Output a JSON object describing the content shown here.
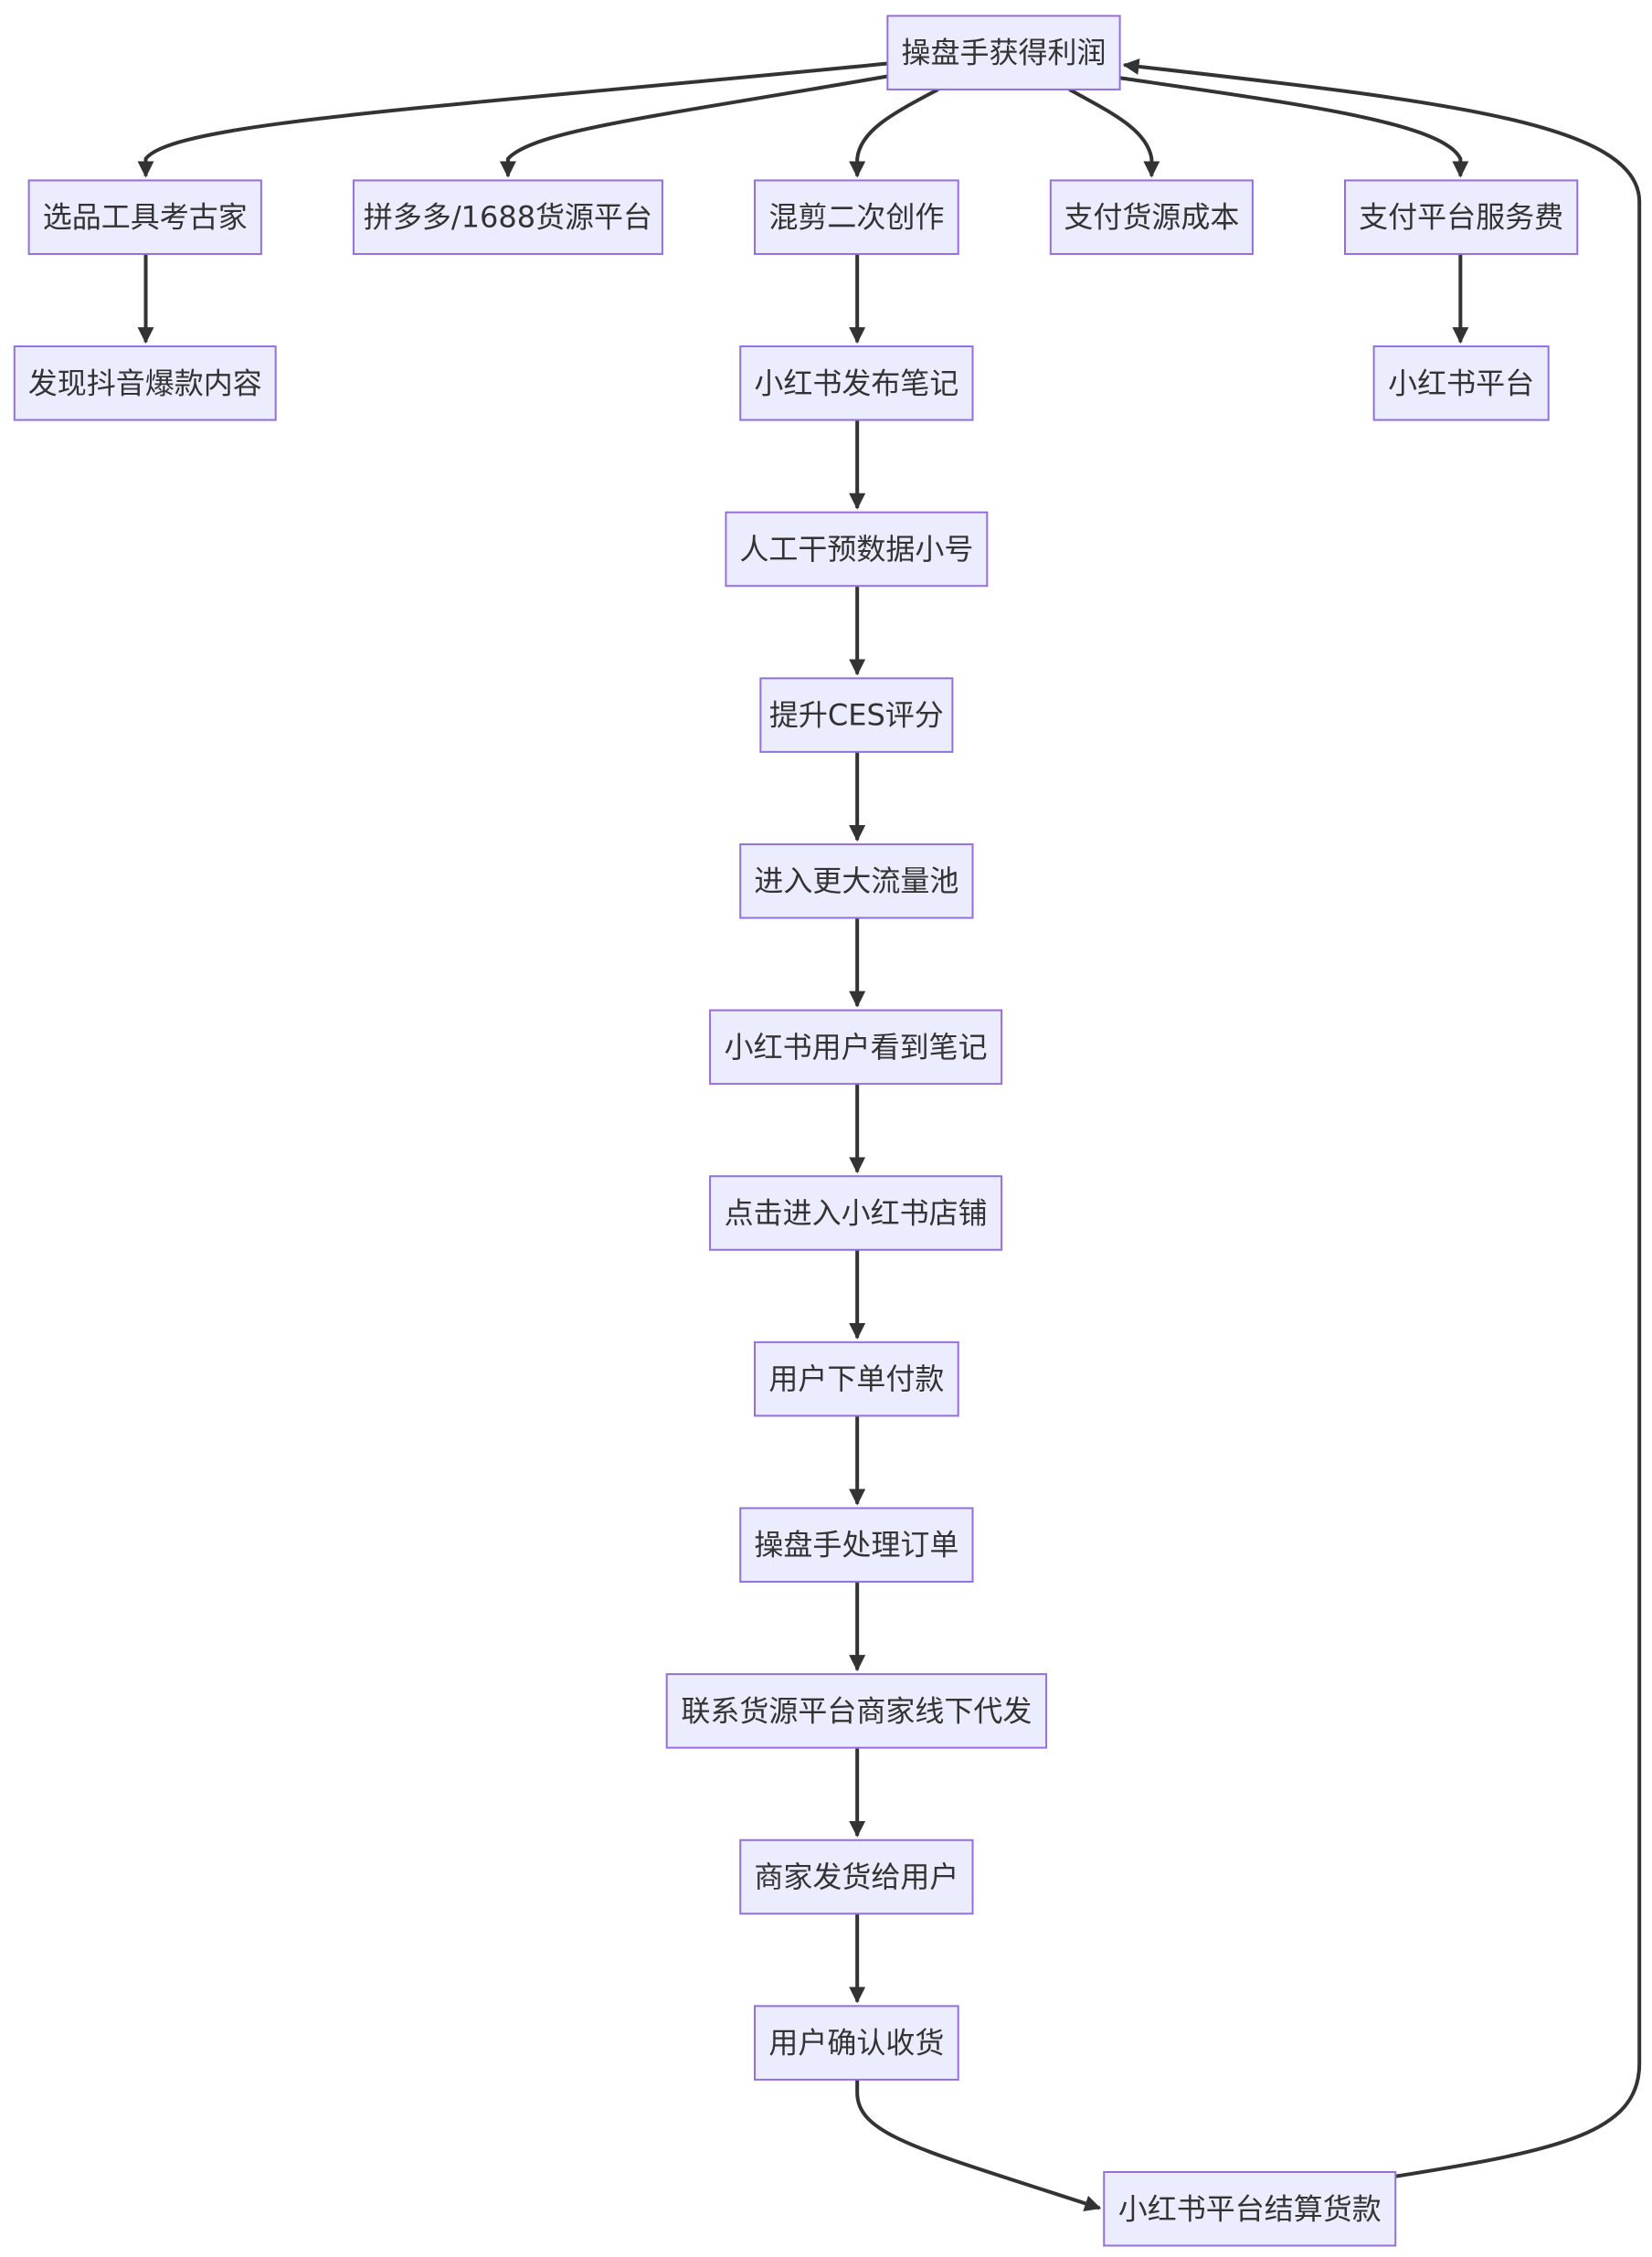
{
  "diagram": {
    "type": "flowchart",
    "nodes": [
      {
        "id": "profit",
        "label": "操盘手获得利润"
      },
      {
        "id": "tool",
        "label": "选品工具考古家"
      },
      {
        "id": "source",
        "label": "拼多多/1688货源平台"
      },
      {
        "id": "remix",
        "label": "混剪二次创作"
      },
      {
        "id": "paycost",
        "label": "支付货源成本"
      },
      {
        "id": "payfee",
        "label": "支付平台服务费"
      },
      {
        "id": "douyin",
        "label": "发现抖音爆款内容"
      },
      {
        "id": "publish",
        "label": "小红书发布笔记"
      },
      {
        "id": "xhsplat",
        "label": "小红书平台"
      },
      {
        "id": "boost",
        "label": "人工干预数据小号"
      },
      {
        "id": "ces",
        "label": "提升CES评分"
      },
      {
        "id": "pool",
        "label": "进入更大流量池"
      },
      {
        "id": "see",
        "label": "小红书用户看到笔记"
      },
      {
        "id": "store",
        "label": "点击进入小红书店铺"
      },
      {
        "id": "order",
        "label": "用户下单付款"
      },
      {
        "id": "handle",
        "label": "操盘手处理订单"
      },
      {
        "id": "contact",
        "label": "联系货源平台商家线下代发"
      },
      {
        "id": "ship",
        "label": "商家发货给用户"
      },
      {
        "id": "confirm",
        "label": "用户确认收货"
      },
      {
        "id": "settle",
        "label": "小红书平台结算货款"
      }
    ],
    "edges": [
      {
        "from": "profit",
        "to": "tool"
      },
      {
        "from": "profit",
        "to": "source"
      },
      {
        "from": "profit",
        "to": "remix"
      },
      {
        "from": "profit",
        "to": "paycost"
      },
      {
        "from": "profit",
        "to": "payfee"
      },
      {
        "from": "tool",
        "to": "douyin"
      },
      {
        "from": "remix",
        "to": "publish"
      },
      {
        "from": "payfee",
        "to": "xhsplat"
      },
      {
        "from": "publish",
        "to": "boost"
      },
      {
        "from": "boost",
        "to": "ces"
      },
      {
        "from": "ces",
        "to": "pool"
      },
      {
        "from": "pool",
        "to": "see"
      },
      {
        "from": "see",
        "to": "store"
      },
      {
        "from": "store",
        "to": "order"
      },
      {
        "from": "order",
        "to": "handle"
      },
      {
        "from": "handle",
        "to": "contact"
      },
      {
        "from": "contact",
        "to": "ship"
      },
      {
        "from": "ship",
        "to": "confirm"
      },
      {
        "from": "confirm",
        "to": "settle"
      },
      {
        "from": "settle",
        "to": "profit"
      }
    ]
  },
  "colors": {
    "node_fill": "#ECECFF",
    "node_border": "#9370DB",
    "edge": "#333333",
    "text": "#333333"
  }
}
